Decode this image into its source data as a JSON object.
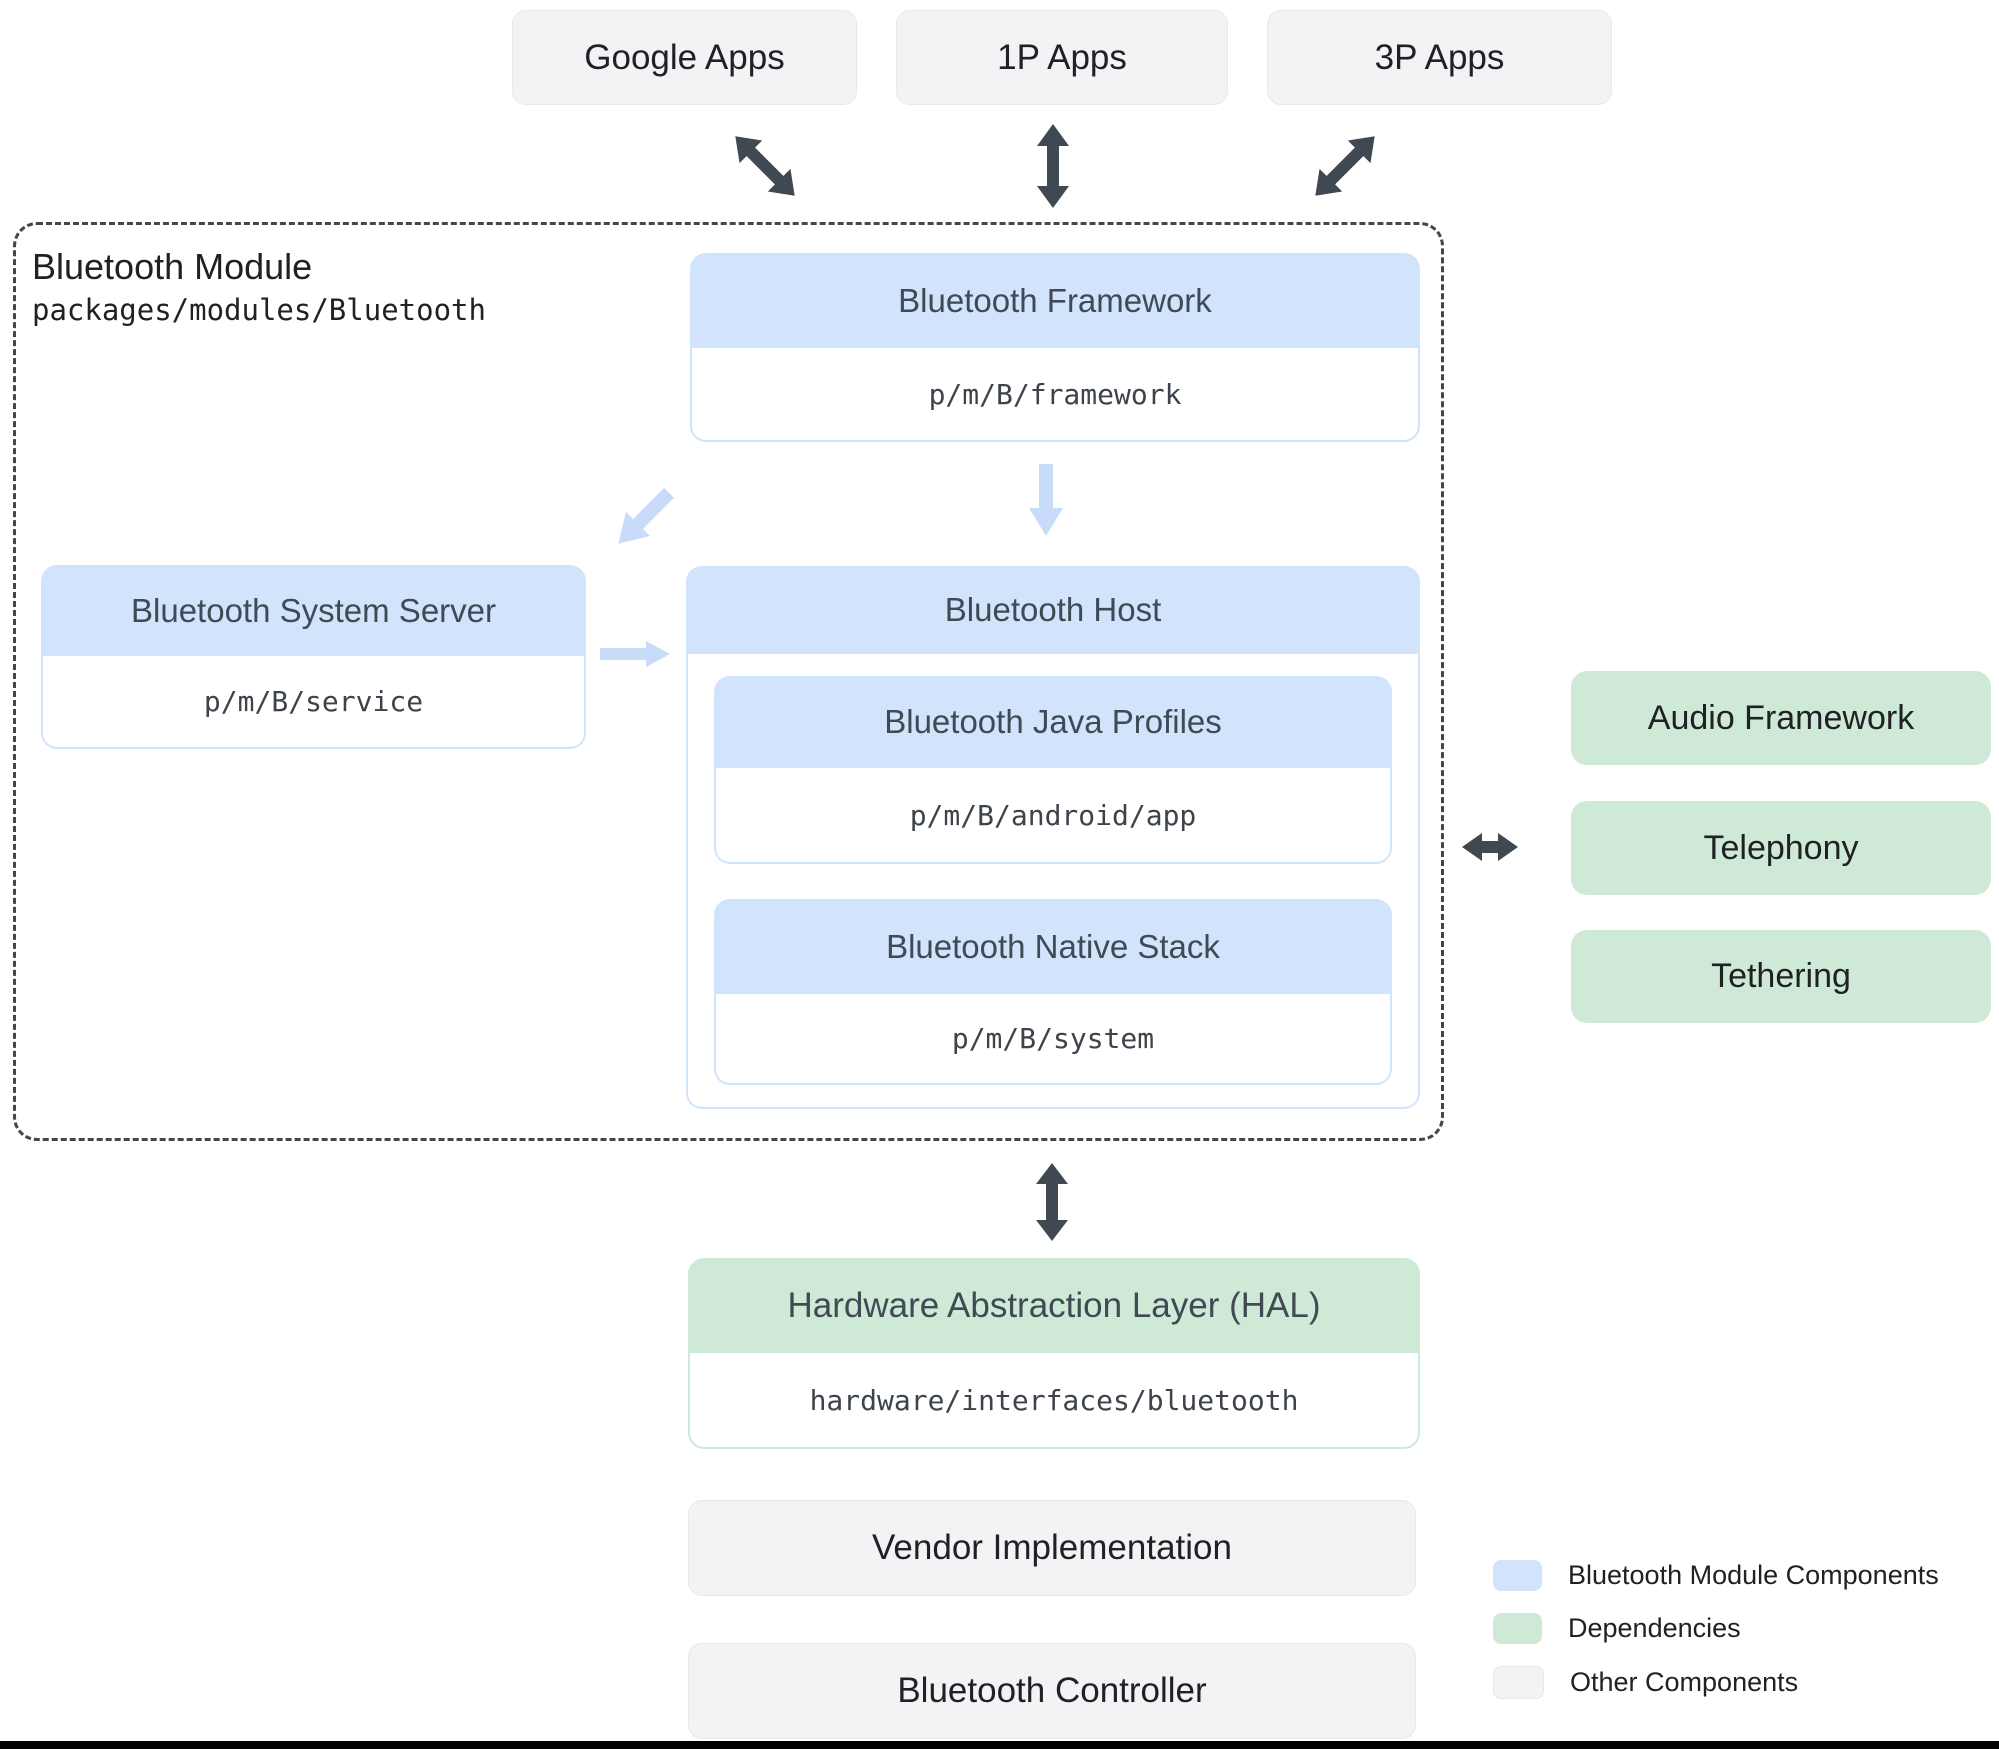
{
  "apps_row": {
    "items": [
      {
        "label": "Google Apps"
      },
      {
        "label": "1P Apps"
      },
      {
        "label": "3P Apps"
      }
    ]
  },
  "module": {
    "title": "Bluetooth Module",
    "path": "packages/modules/Bluetooth",
    "framework": {
      "title": "Bluetooth Framework",
      "path": "p/m/B/framework"
    },
    "system_server": {
      "title": "Bluetooth System Server",
      "path": "p/m/B/service"
    },
    "host": {
      "title": "Bluetooth Host",
      "java_profiles": {
        "title": "Bluetooth Java Profiles",
        "path": "p/m/B/android/app"
      },
      "native_stack": {
        "title": "Bluetooth Native Stack",
        "path": "p/m/B/system"
      }
    }
  },
  "dependencies": {
    "items": [
      {
        "label": "Audio Framework"
      },
      {
        "label": "Telephony"
      },
      {
        "label": "Tethering"
      }
    ]
  },
  "hal": {
    "title": "Hardware Abstraction Layer (HAL)",
    "path": "hardware/interfaces/bluetooth"
  },
  "other_components": {
    "items": [
      {
        "label": "Vendor Implementation"
      },
      {
        "label": "Bluetooth Controller"
      }
    ]
  },
  "legend": {
    "items": [
      {
        "label": "Bluetooth Module Components",
        "color": "#d2e3fc"
      },
      {
        "label": "Dependencies",
        "color": "#ceead6"
      },
      {
        "label": "Other Components",
        "color": "#f1f3f4"
      }
    ]
  },
  "colors": {
    "module_component": "#d2e3fc",
    "dependency": "#ceead6",
    "other": "#f1f3f4",
    "arrow_dark": "#404951",
    "arrow_light": "#c8dcfa"
  }
}
